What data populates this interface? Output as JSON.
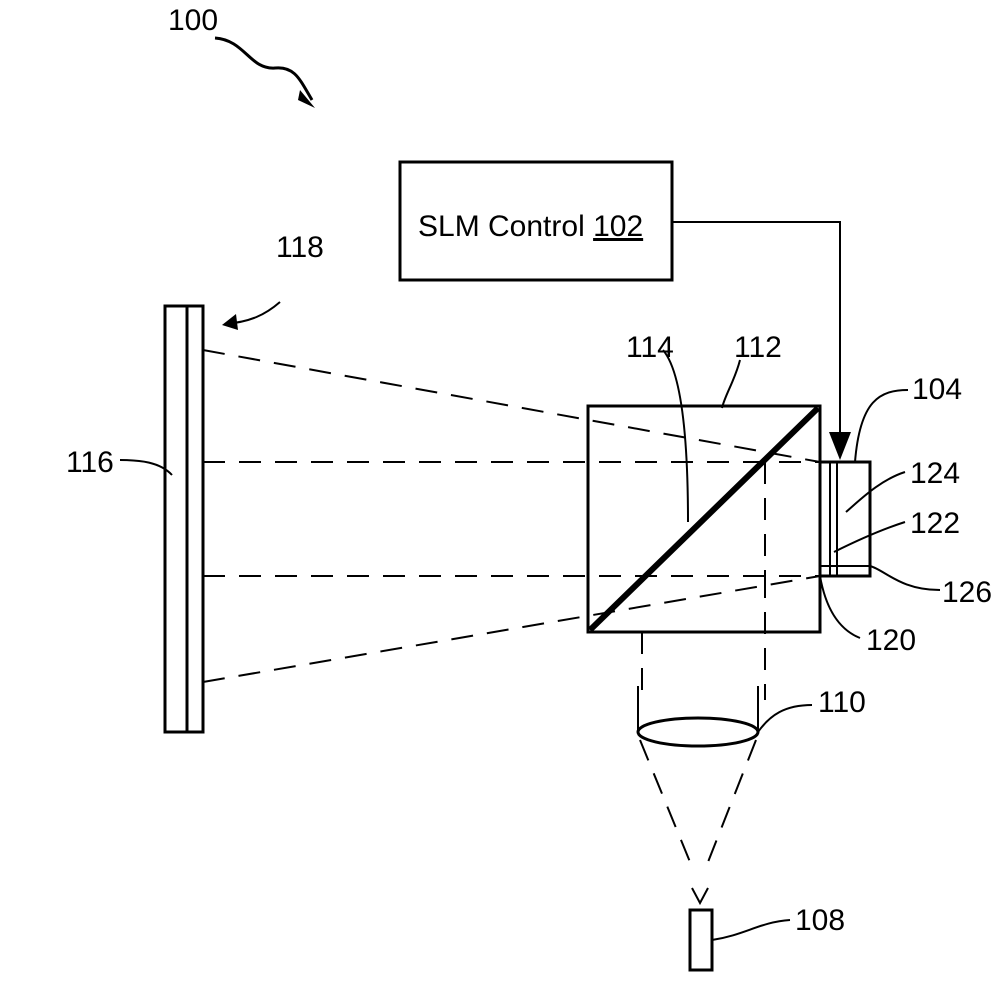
{
  "figure_number": "100",
  "slm_control": {
    "text": "SLM Control ",
    "number": "102"
  },
  "labels": {
    "slm": "104",
    "camera": "108",
    "lens": "110",
    "prism": "112",
    "beam_splitter": "114",
    "screen": "116",
    "screen_layer": "118",
    "slm_surface": "120",
    "slm_layer_a": "122",
    "slm_layer_b": "124",
    "slm_layer_c": "126"
  }
}
